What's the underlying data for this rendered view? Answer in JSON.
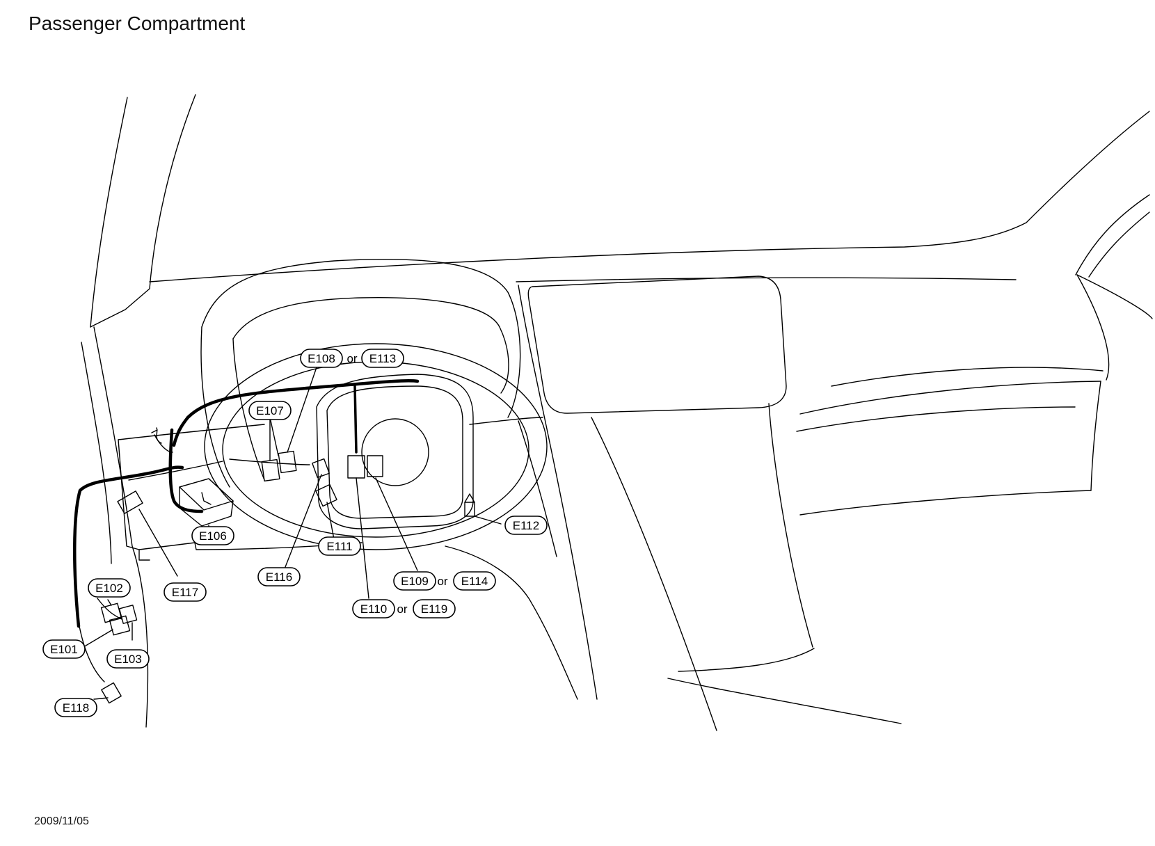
{
  "title": "Passenger Compartment",
  "date": "2009/11/05",
  "connector_word": "or",
  "connectors": {
    "E101": "E101",
    "E102": "E102",
    "E103": "E103",
    "E106": "E106",
    "E107": "E107",
    "E108": "E108",
    "E109": "E109",
    "E110": "E110",
    "E111": "E111",
    "E112": "E112",
    "E113": "E113",
    "E114": "E114",
    "E116": "E116",
    "E117": "E117",
    "E118": "E118",
    "E119": "E119"
  },
  "colors": {
    "line": "#000000",
    "background": "#ffffff"
  }
}
